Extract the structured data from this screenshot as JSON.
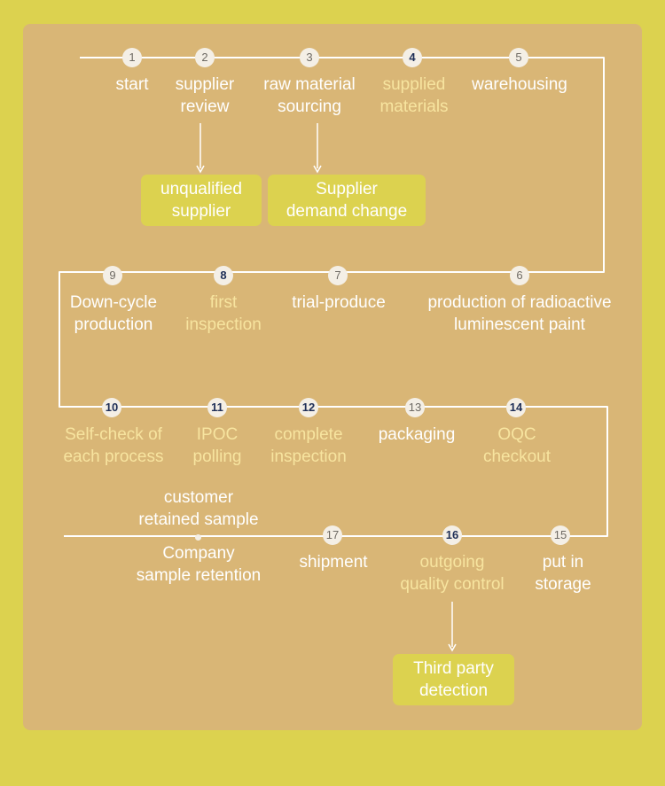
{
  "diagram": {
    "steps": [
      {
        "number": "1",
        "label": "start",
        "highlight": false
      },
      {
        "number": "2",
        "label": "supplier\nreview",
        "highlight": false
      },
      {
        "number": "3",
        "label": "raw material\nsourcing",
        "highlight": false
      },
      {
        "number": "4",
        "label": "supplied\nmaterials",
        "highlight": true
      },
      {
        "number": "5",
        "label": "warehousing",
        "highlight": false
      },
      {
        "number": "6",
        "label": "production of radioactive\nluminescent paint",
        "highlight": false
      },
      {
        "number": "7",
        "label": "trial-produce",
        "highlight": false
      },
      {
        "number": "8",
        "label": "first\ninspection",
        "highlight": true
      },
      {
        "number": "9",
        "label": "Down-cycle\nproduction",
        "highlight": false
      },
      {
        "number": "10",
        "label": "Self-check of\neach process",
        "highlight": true
      },
      {
        "number": "11",
        "label": "IPOC\npolling",
        "highlight": true
      },
      {
        "number": "12",
        "label": "complete\ninspection",
        "highlight": true
      },
      {
        "number": "13",
        "label": "packaging",
        "highlight": false
      },
      {
        "number": "14",
        "label": "OQC\ncheckout",
        "highlight": true
      },
      {
        "number": "15",
        "label": "put in\nstorage",
        "highlight": false
      },
      {
        "number": "16",
        "label": "outgoing\nquality control",
        "highlight": true
      },
      {
        "number": "17",
        "label": "shipment",
        "highlight": false
      }
    ],
    "branches": [
      {
        "from": "2",
        "label": "unqualified\nsupplier"
      },
      {
        "from": "3",
        "label": "Supplier\ndemand change"
      },
      {
        "from": "16",
        "label": "Third party\ndetection"
      }
    ],
    "sample_point": {
      "label_above": "customer\nretained sample",
      "label_below": "Company\nsample retention"
    }
  },
  "colors": {
    "page_background": "#dcd24f",
    "panel_background": "#d9b676",
    "line": "#ffffff",
    "node_fill": "#f4efe6",
    "highlight_text": "#f7e49f",
    "node_dark_number": "#1f2f57"
  }
}
